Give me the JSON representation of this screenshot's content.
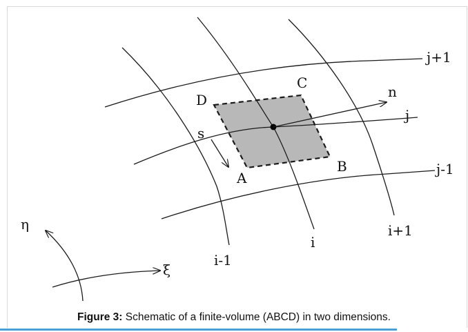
{
  "diagram": {
    "labels": {
      "grid_j_plus_1": "j+1",
      "grid_j": "j",
      "grid_j_minus_1": "j-1",
      "grid_i_minus_1": "i-1",
      "grid_i": "i",
      "grid_i_plus_1": "i+1",
      "corner_a": "A",
      "corner_b": "B",
      "corner_c": "C",
      "corner_d": "D",
      "normal_n": "n",
      "tangent_s": "s",
      "axis_eta": "η",
      "axis_xi": "ξ"
    },
    "cell_fill": "#b8b8b8",
    "line_color": "#1a1a1a"
  },
  "caption": {
    "prefix": "Figure 3:",
    "text": " Schematic of a finite-volume (ABCD) in two dimensions."
  }
}
